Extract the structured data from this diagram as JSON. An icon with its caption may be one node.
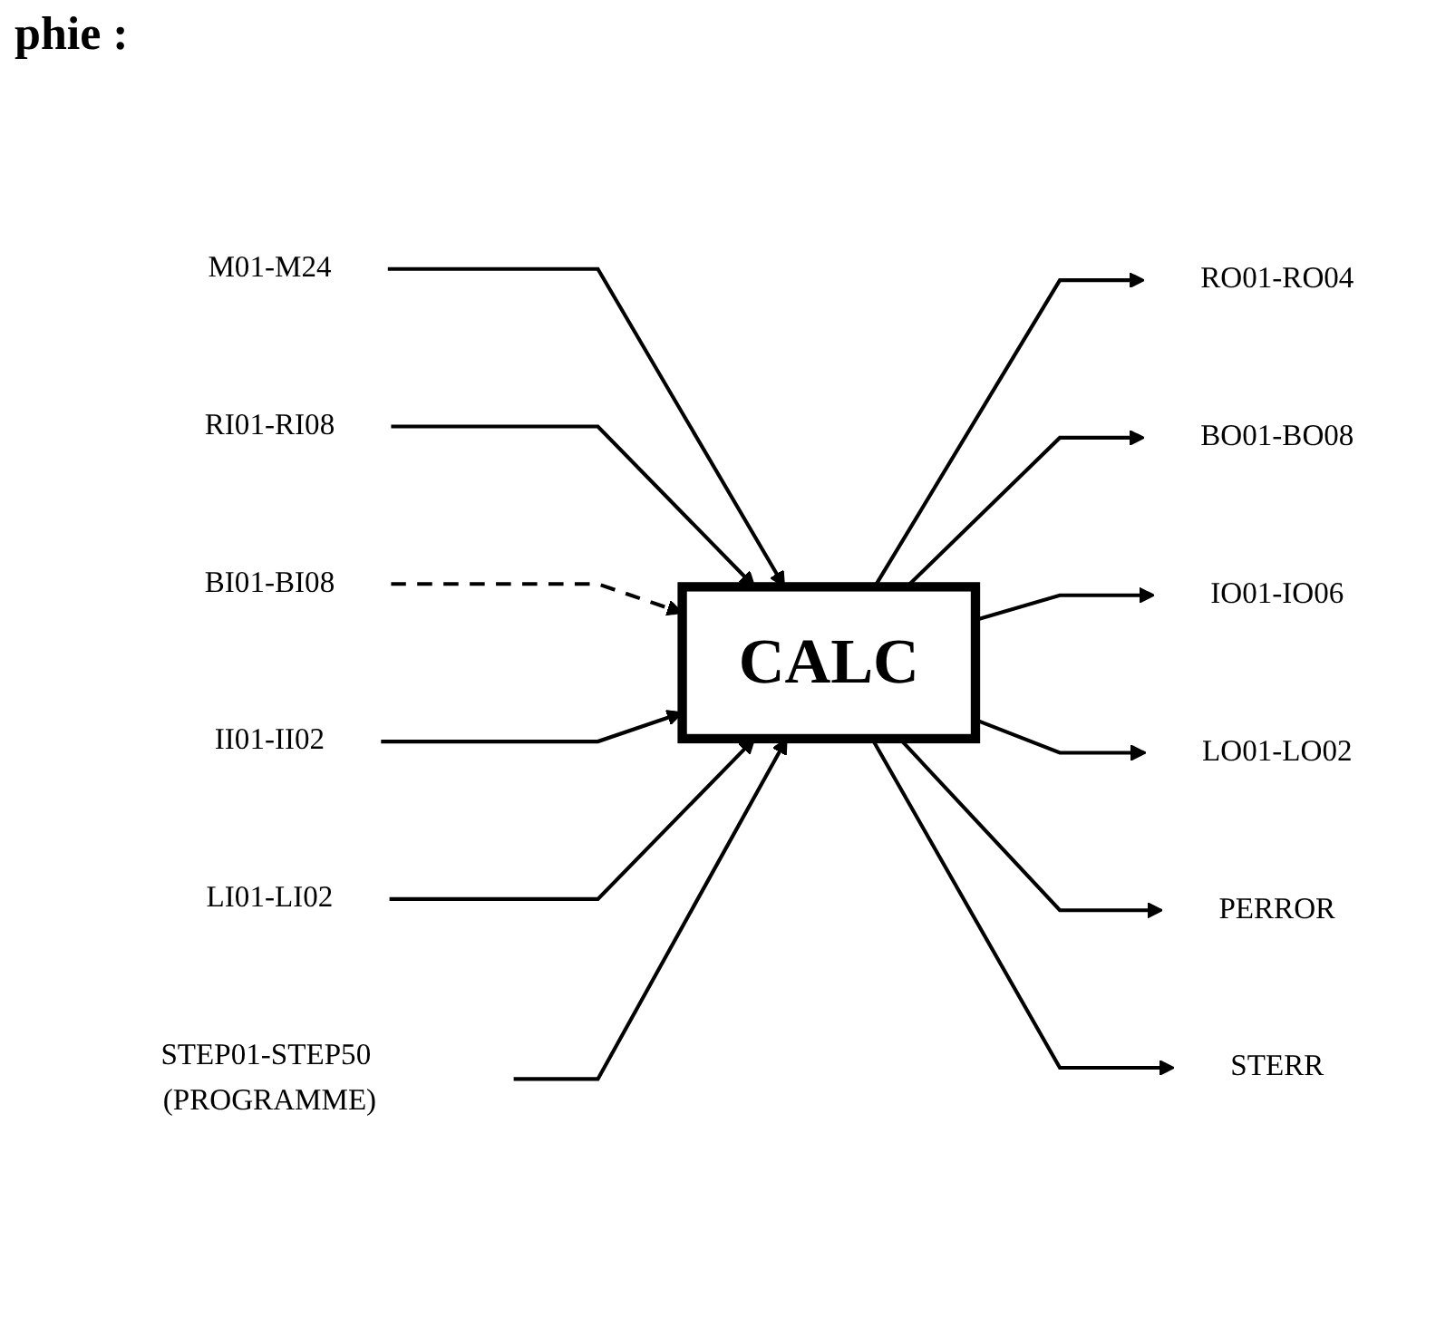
{
  "diagram": {
    "title": "phie :",
    "nodes": [
      {
        "text": [
          "CALC"
        ]
      },
      {
        "text": [
          "M01-M24"
        ]
      },
      {
        "text": [
          "RI01-RI08"
        ]
      },
      {
        "text": [
          "BI01-BI08"
        ]
      },
      {
        "text": [
          "II01-II02"
        ]
      },
      {
        "text": [
          "LI01-LI02"
        ]
      },
      {
        "text": [
          "RO01-RO04"
        ]
      },
      {
        "text": [
          "BO01-BO08"
        ]
      },
      {
        "text": [
          "IO01-IO06"
        ]
      },
      {
        "text": [
          "LO01-LO02"
        ]
      },
      {
        "text": [
          "STEP01-STEP50 (PROGRAMME)"
        ]
      },
      {
        "text": [
          "PERROR"
        ]
      },
      {
        "text": [
          "STERR"
        ]
      }
    ],
    "edges": [
      {
        "from": 1,
        "to": 0,
        "arrow": "to"
      },
      {
        "from": 2,
        "to": 0,
        "arrow": "to"
      },
      {
        "from": 3,
        "to": 0,
        "arrow": "to",
        "style": "dashed"
      },
      {
        "from": 4,
        "to": 0,
        "arrow": "to"
      },
      {
        "from": 5,
        "to": 0,
        "arrow": "to"
      },
      {
        "from": 0,
        "to": 6,
        "arrow": "to"
      },
      {
        "from": 0,
        "to": 7,
        "arrow": "to"
      },
      {
        "from": 0,
        "to": 8,
        "arrow": "to"
      },
      {
        "from": 0,
        "to": 9,
        "arrow": "to"
      },
      {
        "from": 10,
        "to": 0,
        "arrow": "to"
      },
      {
        "from": 0,
        "to": 11,
        "arrow": "to"
      },
      {
        "from": 0,
        "to": 12,
        "arrow": "to"
      }
    ]
  }
}
